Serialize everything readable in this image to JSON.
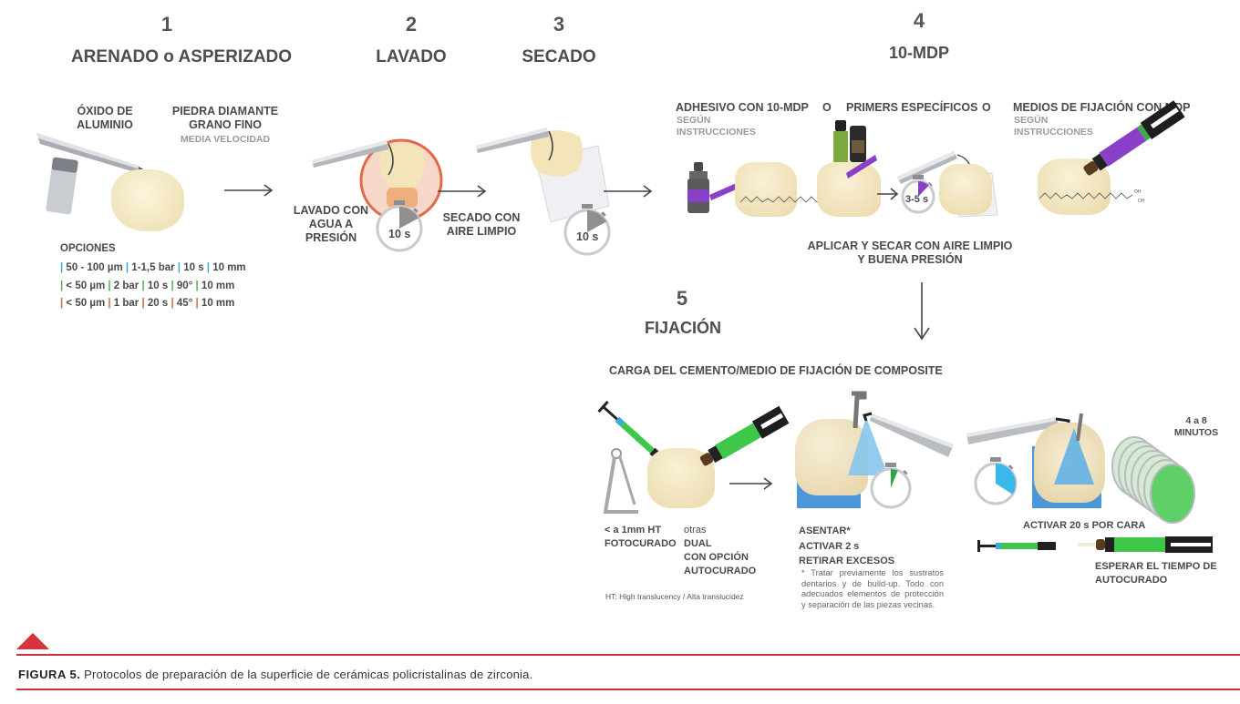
{
  "steps": [
    {
      "number": "1",
      "title": "ARENADO o ASPERIZADO"
    },
    {
      "number": "2",
      "title": "LAVADO"
    },
    {
      "number": "3",
      "title": "SECADO"
    },
    {
      "number": "4",
      "title": "10-MDP"
    },
    {
      "number": "5",
      "title": "FIJACIÓN"
    }
  ],
  "step1": {
    "label_a": [
      "ÓXIDO DE",
      "ALUMINIO"
    ],
    "label_b": [
      "PIEDRA DIAMANTE",
      "GRANO FINO"
    ],
    "label_b_sub": "MEDIA VELOCIDAD",
    "options_title": "OPCIONES",
    "options": [
      {
        "color": "#3aa8d8",
        "values": [
          "50 - 100 µm",
          "1-1,5  bar",
          "10 s",
          "10 mm"
        ]
      },
      {
        "color": "#47b35a",
        "values": [
          "< 50  µm",
          "2 bar",
          "10 s",
          "90°",
          "10 mm"
        ]
      },
      {
        "color": "#e0604f",
        "values": [
          "< 50 µm",
          "1 bar",
          "20 s",
          "45°",
          "10 mm"
        ]
      }
    ]
  },
  "step2": {
    "label": [
      "LAVADO CON",
      "AGUA  A",
      "PRESIÓN"
    ],
    "timer": "10 s",
    "timer_fraction": 0.17
  },
  "step3": {
    "label": [
      "SECADO CON",
      "AIRE LIMPIO"
    ],
    "timer": "10 s",
    "timer_fraction": 0.17
  },
  "step4": {
    "option_a": "ADHESIVO CON 10-MDP",
    "option_a_sub": [
      "SEGÚN",
      "INSTRUCCIONES"
    ],
    "separator": "O",
    "option_b": "PRIMERS ESPECÍFICOS",
    "option_c": "MEDIOS DE FIJACIÓN CON MDP",
    "option_c_sub": [
      "SEGÚN",
      "INSTRUCCIONES"
    ],
    "timer": "3-5 s",
    "timer_fraction": 0.12,
    "instruction": [
      "APLICAR Y SECAR CON AIRE LIMPIO",
      "Y BUENA PRESIÓN"
    ],
    "molecule_labels": [
      "OH",
      "OH"
    ]
  },
  "step5": {
    "subtitle": "CARGA DEL CEMENTO/MEDIO DE FIJACIÓN DE COMPOSITE",
    "left_col_a": [
      "< a 1mm HT",
      "FOTOCURADO"
    ],
    "left_col_b": [
      "otras",
      "DUAL",
      "CON OPCIÓN",
      "AUTOCURADO"
    ],
    "ht_note": "HT: High translucency / Alta translucidez",
    "mid_steps": [
      "ASENTAR*",
      "ACTIVAR 2 s",
      "RETIRAR EXCESOS"
    ],
    "mid_note": "* Tratar previamente los sustratos dentarios y de build-up. Todo con adecuados elementos de protección y separación de las piezas vecinas.",
    "timer_2s_fraction": 0.06,
    "timer_20s_fraction": 0.34,
    "right_label": "ACTIVAR 20 s POR CARA",
    "minutes_label": [
      "4 a 8",
      "MINUTOS"
    ],
    "wait_label": [
      "ESPERAR EL TIEMPO DE",
      "AUTOCURADO"
    ]
  },
  "caption": {
    "label": "FIGURA 5.",
    "text": " Protocolos de preparación de la superficie de cerámicas policristalinas de zirconia."
  },
  "colors": {
    "accent_red": "#c9303b",
    "purple": "#8a3fc8",
    "green": "#3fc74a",
    "light_blue": "#4fb6e6",
    "tooth": "#f1e2b8"
  }
}
